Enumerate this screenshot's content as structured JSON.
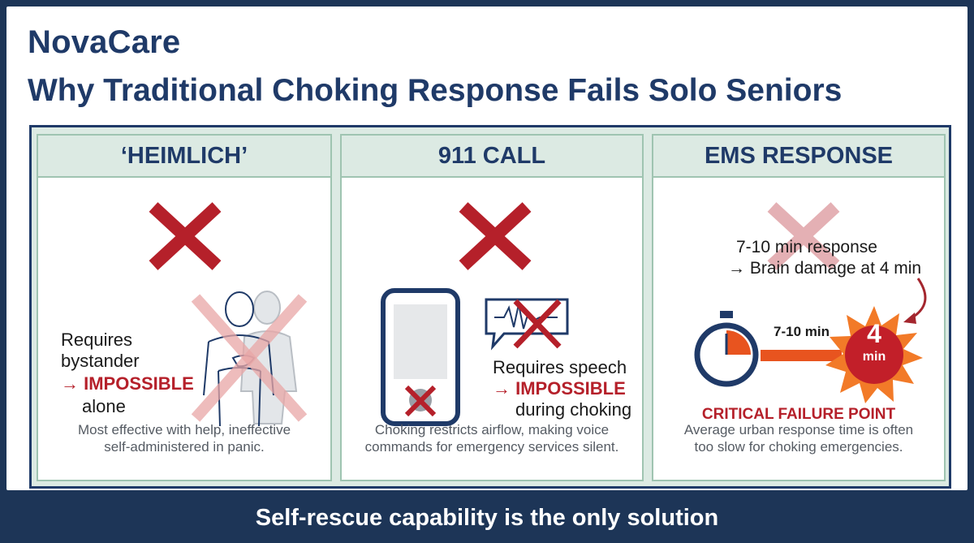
{
  "brand": "NovaCare",
  "headline": "Why Traditional Choking Response Fails Solo Seniors",
  "panels": [
    {
      "title": "‘HEIMLICH’",
      "lines": [
        "Requires",
        "bystander"
      ],
      "highlight": "→ IMPOSSIBLE",
      "tail": "alone",
      "caption": [
        "Most effective with help, ineffective",
        "self-administered in panic."
      ]
    },
    {
      "title": "911 CALL",
      "lines": [
        "Requires speech"
      ],
      "highlight": "→ IMPOSSIBLE",
      "tail": "during choking",
      "caption": [
        "Choking restricts airflow, making voice",
        "commands for emergency services silent."
      ]
    },
    {
      "title": "EMS RESPONSE",
      "response": "7-10 min response",
      "damage": "→ Brain damage at 4 min",
      "timer_label": "7-10 min",
      "burst_value": "4",
      "burst_unit": "min",
      "critical": "CRITICAL FAILURE POINT",
      "caption": [
        "Average urban response time is often",
        "too slow for choking emergencies."
      ]
    }
  ],
  "footer": "Self-rescue capability is the only solution",
  "colors": {
    "navy": "#1f3a68",
    "red": "#b5202a",
    "mint": "#dceae3",
    "orange": "#e8541f"
  },
  "icons": [
    "x-mark-icon",
    "person-outline-icon",
    "smartphone-icon",
    "speech-waveform-icon",
    "stopwatch-icon",
    "starburst-icon",
    "curved-arrow-icon"
  ]
}
